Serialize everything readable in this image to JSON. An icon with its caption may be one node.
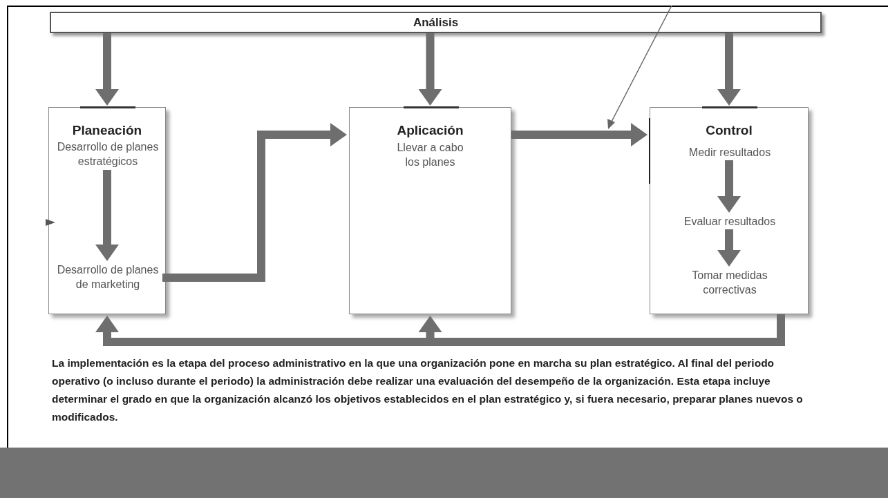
{
  "diagram": {
    "nodes": [
      {
        "text": [
          "Análisis"
        ]
      },
      {
        "text": [
          "Planeación"
        ]
      },
      {
        "text": [
          "Desarrollo de planes estratégicos"
        ],
        "in": 1
      },
      {
        "text": [
          "Desarrollo de planes de marketing"
        ],
        "in": 1
      },
      {
        "text": [
          "Aplicación",
          "Llevar a cabo los planes"
        ]
      },
      {
        "text": [
          "Control"
        ]
      },
      {
        "text": [
          "Medir resultados"
        ],
        "in": 5
      },
      {
        "text": [
          "Evaluar resultados"
        ],
        "in": 5
      },
      {
        "text": [
          "Tomar medidas correctivas"
        ],
        "in": 5
      }
    ],
    "edges": [
      {
        "from": 0,
        "to": 1,
        "arrow": "to"
      },
      {
        "from": 0,
        "to": 4,
        "arrow": "to"
      },
      {
        "from": 0,
        "to": 5,
        "arrow": "to"
      },
      {
        "from": 2,
        "to": 3,
        "arrow": "to"
      },
      {
        "from": 3,
        "to": 4,
        "arrow": "to"
      },
      {
        "from": 4,
        "to": 5,
        "arrow": "to"
      },
      {
        "from": 6,
        "to": 7,
        "arrow": "to"
      },
      {
        "from": 7,
        "to": 8,
        "arrow": "to"
      },
      {
        "from": 5,
        "to": 1,
        "arrow": "to"
      },
      {
        "from": 5,
        "to": 4,
        "arrow": "to"
      }
    ],
    "caption": "La implementación es la etapa del proceso administrativo en la que una organización pone en marcha su plan estratégico. Al final del periodo operativo (o incluso durante el periodo) la administración debe realizar una evaluación del desempeño de la organización.  Esta etapa incluye determinar el grado en que la organización alcanzó los objetivos establecidos en el plan estratégico y, si fuera necesario, preparar planes nuevos o modificados."
  }
}
